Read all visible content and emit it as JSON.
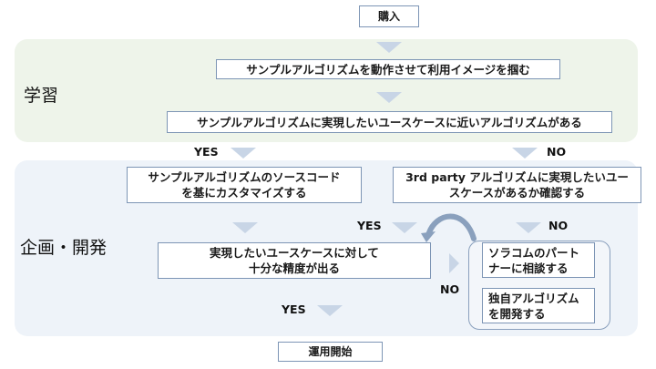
{
  "start": "購入",
  "end": "運用開始",
  "phases": {
    "learn": "学習",
    "plan": "企画・開発"
  },
  "steps": {
    "try_sample": "サンプルアルゴリズムを動作させて利用イメージを掴む",
    "check_similar": "サンプルアルゴリズムに実現したいユースケースに近いアルゴリズムがある",
    "customize": "サンプルアルゴリズムのソースコード\nを基にカスタマイズする",
    "third_party": "3rd party アルゴリズムに実現したいユー\nスケースがあるか確認する",
    "accuracy": "実現したいユースケースに対して\n十分な精度が出る",
    "consult": "ソラコムのパート\nナーに相談する",
    "develop": "独自アルゴリズム\nを開発する"
  },
  "labels": {
    "yes_1": "YES",
    "no_1": "NO",
    "yes_2": "YES",
    "no_2": "NO",
    "no_3": "NO",
    "yes_3": "YES"
  },
  "colors": {
    "learn_band": "#eef4ea",
    "plan_band": "#eef3f9",
    "box_border": "#7d95b5",
    "arrow": "#c8d5e6",
    "loop_arrow": "#8aa0bd"
  }
}
